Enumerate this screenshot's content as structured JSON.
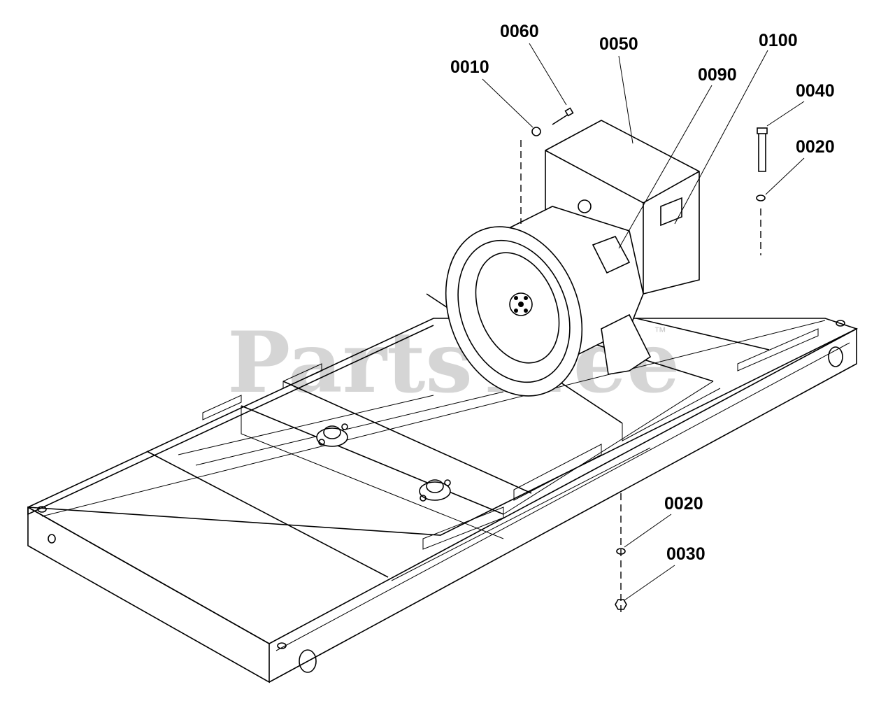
{
  "watermark": {
    "text": "PartsTree",
    "trademark": "™"
  },
  "callouts": [
    {
      "id": "0060",
      "label": "0060"
    },
    {
      "id": "0050",
      "label": "0050"
    },
    {
      "id": "0100",
      "label": "0100"
    },
    {
      "id": "0010",
      "label": "0010"
    },
    {
      "id": "0090",
      "label": "0090"
    },
    {
      "id": "0040",
      "label": "0040"
    },
    {
      "id": "0020a",
      "label": "0020"
    },
    {
      "id": "0020b",
      "label": "0020"
    },
    {
      "id": "0030",
      "label": "0030"
    }
  ]
}
